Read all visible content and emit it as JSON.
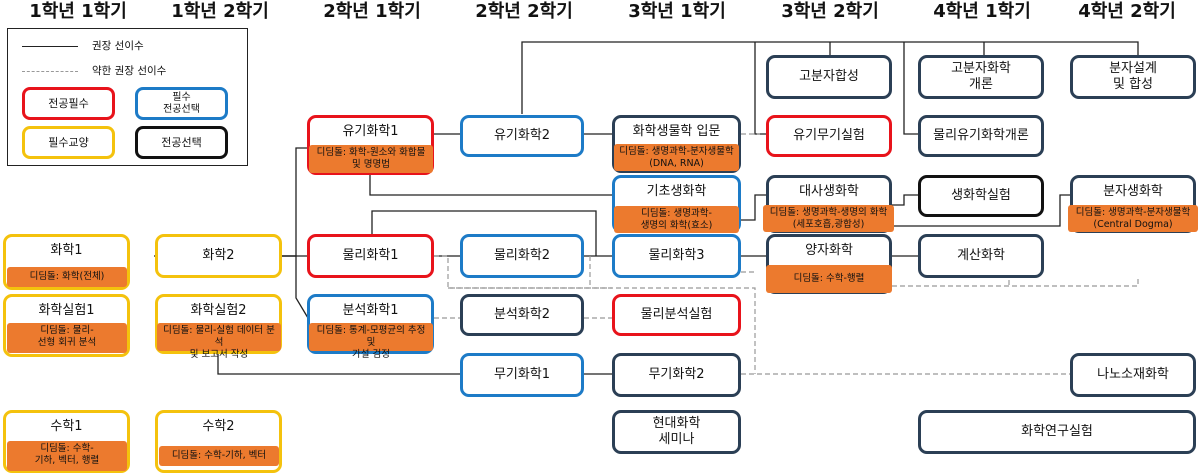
{
  "headers": [
    "1학년 1학기",
    "1학년 2학기",
    "2학년 1학기",
    "2학년 2학기",
    "3학년 1학기",
    "3학년 2학기",
    "4학년 1학기",
    "4학년 2학기"
  ],
  "legend": {
    "solid_line": "권장 선이수",
    "dashed_line": "약한 권장 선이수",
    "major_required": "전공필수",
    "required_elective": "필수\n전공선택",
    "general_required": "필수교양",
    "major_elective": "전공선택"
  },
  "colors": {
    "major_required": "#e8131b",
    "required_elective": "#1d7bc7",
    "general_required": "#f4c20d",
    "major_elective": "#111111",
    "other": "#2b3f55",
    "tag": "#ec7a2e"
  },
  "courses": {
    "chem1": "화학1",
    "chemlab1": "화학실험1",
    "math1": "수학1",
    "chem2": "화학2",
    "chemlab2": "화학실험2",
    "math2": "수학2",
    "orgchem1": "유기화학1",
    "physchem1": "물리화학1",
    "analchem1": "분석화학1",
    "orgchem2": "유기화학2",
    "physchem2": "물리화학2",
    "analchem2": "분석화학2",
    "inorgchem1": "무기화학1",
    "chembio": "화학생물학 입문",
    "basicbio": "기초생화학",
    "physchem3": "물리화학3",
    "physanallab": "물리분석실험",
    "inorgchem2": "무기화학2",
    "modernchem": "현대화학\n세미나",
    "polysynth": "고분자합성",
    "orginorglab": "유기무기실험",
    "metabolic": "대사생화학",
    "quantum": "양자화학",
    "polyintro": "고분자화학\n개론",
    "physorg": "물리유기화학개론",
    "biolab": "생화학실험",
    "compchem": "계산화학",
    "researchlab": "화학연구실험",
    "moldesign": "분자설계\n및 합성",
    "molbio": "분자생화학",
    "nano": "나노소재화학"
  },
  "tags": {
    "chem1": "디딤돌: 화학(전체)",
    "chemlab1": "디딤돌: 물리-\n선형 회귀 분석",
    "math1": "디딤돌: 수학-\n기하, 벡터, 행렬",
    "chemlab2": "디딤돌: 물리-실험 데이터 분석\n및 보고서 작성",
    "math2": "디딤돌: 수학-기하, 벡터",
    "orgchem1": "디딤돌: 화학-원소와 화합물\n및 명명법",
    "analchem1": "디딤돌: 통계-모평균의 추정 및\n가설 검정",
    "chembio": "디딤돌: 생명과학-분자생물학\n(DNA, RNA)",
    "basicbio": "디딤돌: 생명과학-\n생명의 화학(효소)",
    "metabolic": "디딤돌: 생명과학-생명의 화학\n(세포호흡,광합성)",
    "quantum": "디딤돌: 수학-행렬",
    "molbio": "디딤돌: 생명과학-분자생물학\n(Central Dogma)"
  }
}
